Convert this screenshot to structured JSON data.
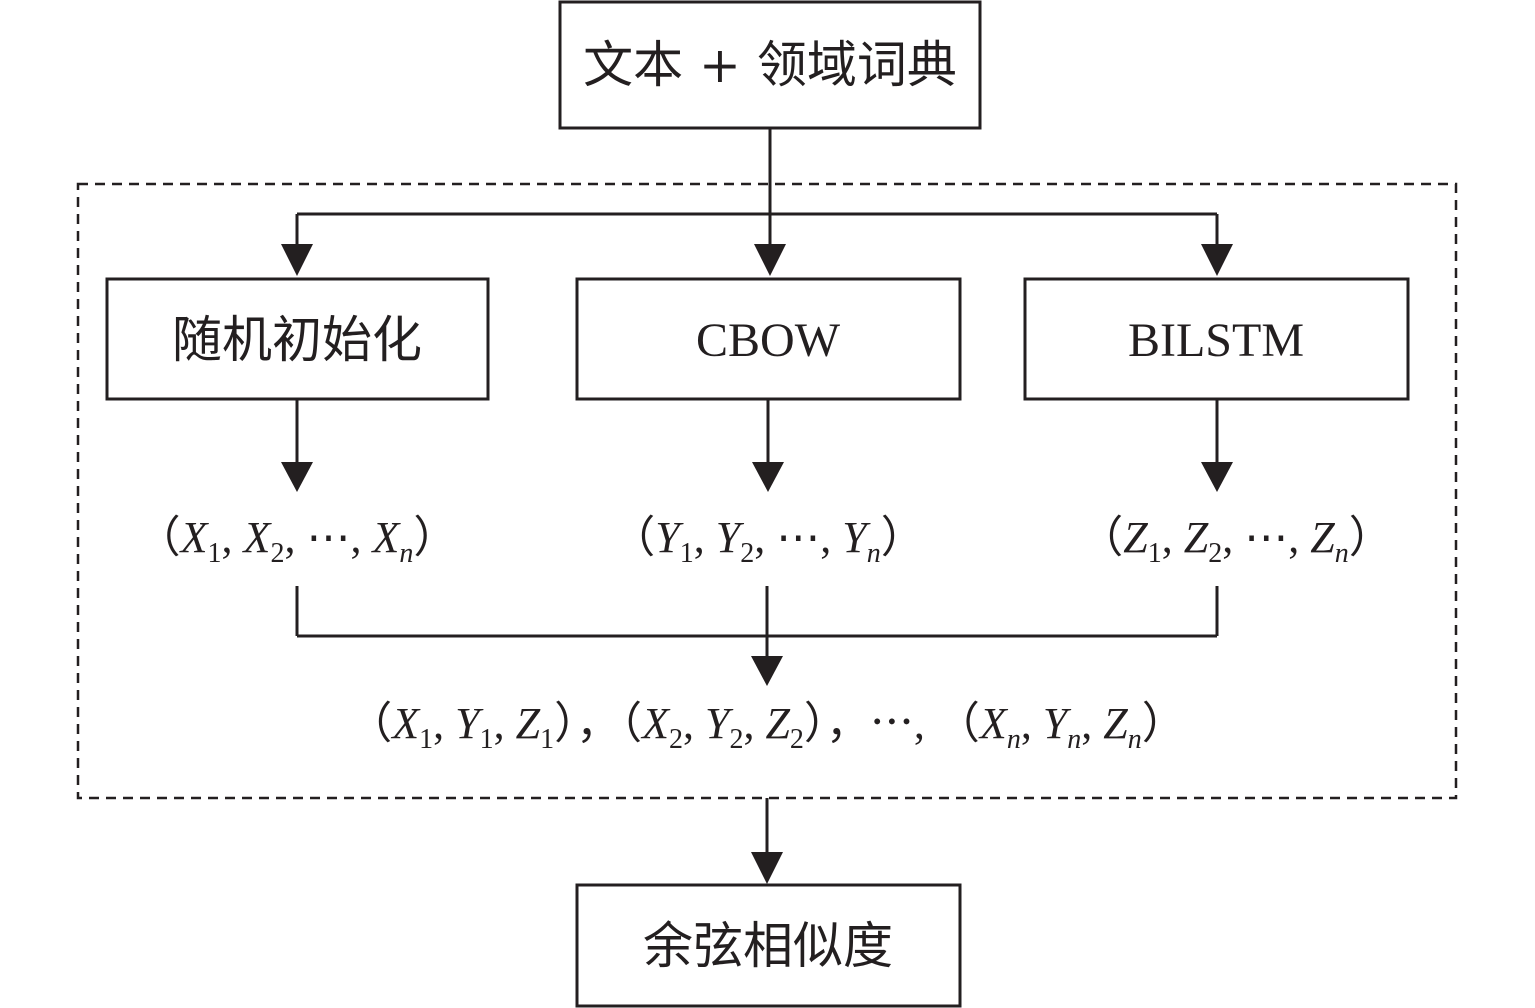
{
  "nodes": {
    "input": "文本 + 领域词典",
    "random_init": "随机初始化",
    "cbow": "CBOW",
    "bilstm": "BILSTM",
    "output": "余弦相似度"
  },
  "vectors": {
    "x": {
      "open": "（",
      "v1": "X",
      "s1": "1",
      "v2": "X",
      "s2": "2",
      "dots": "⋯",
      "vn": "X",
      "sn": "n",
      "close": "）"
    },
    "y": {
      "open": "（",
      "v1": "Y",
      "s1": "1",
      "v2": "Y",
      "s2": "2",
      "dots": "⋯",
      "vn": "Y",
      "sn": "n",
      "close": "）"
    },
    "z": {
      "open": "（",
      "v1": "Z",
      "s1": "1",
      "v2": "Z",
      "s2": "2",
      "dots": "⋯",
      "vn": "Z",
      "sn": "n",
      "close": "）"
    }
  },
  "tuples": {
    "t1": {
      "open": "（",
      "a": "X",
      "as": "1",
      "b": "Y",
      "bs": "1",
      "c": "Z",
      "cs": "1",
      "close": "）"
    },
    "t2": {
      "open": "（",
      "a": "X",
      "as": "2",
      "b": "Y",
      "bs": "2",
      "c": "Z",
      "cs": "2",
      "close": "）"
    },
    "tn": {
      "open": "（",
      "a": "X",
      "as": "n",
      "b": "Y",
      "bs": "n",
      "c": "Z",
      "cs": "n",
      "close": "）"
    },
    "sep": "，",
    "dots": "⋯"
  },
  "colors": {
    "line": "#231f20",
    "background": "#ffffff"
  }
}
